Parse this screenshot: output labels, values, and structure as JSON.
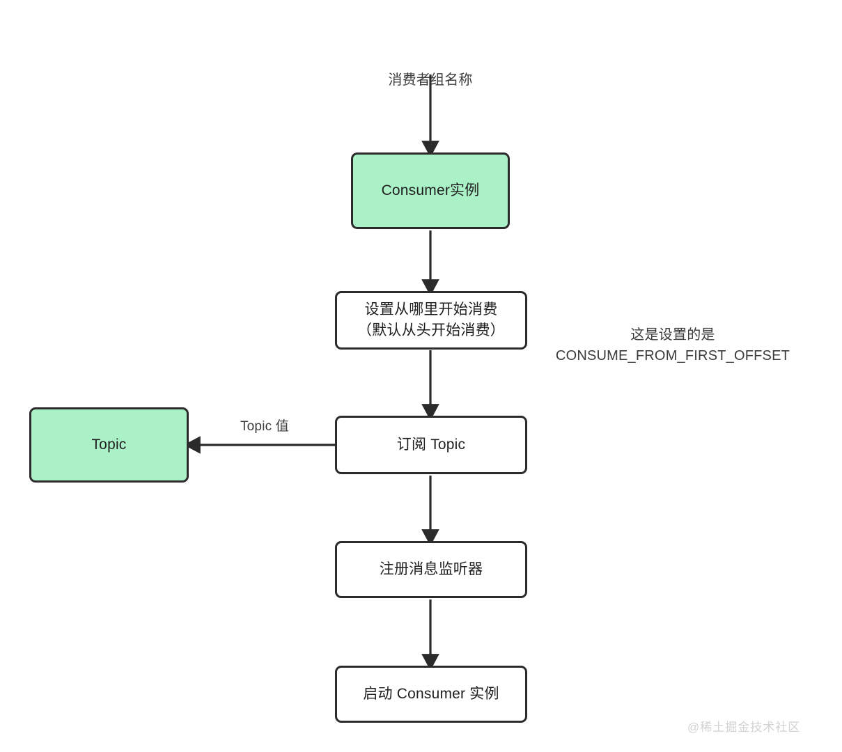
{
  "diagram": {
    "title_text": "消费者组名称",
    "background_color": "#ffffff",
    "stroke_color": "#2b2b2b",
    "accent_color": "#abf1c8",
    "nodes": [
      {
        "id": "consumer-instance",
        "label": "Consumer实例",
        "fill": "green"
      },
      {
        "id": "set-consume-start",
        "label": "设置从哪里开始消费\n（默认从头开始消费）",
        "fill": "white"
      },
      {
        "id": "subscribe-topic",
        "label": "订阅 Topic",
        "fill": "white"
      },
      {
        "id": "topic",
        "label": "Topic",
        "fill": "green"
      },
      {
        "id": "register-listener",
        "label": "注册消息监听器",
        "fill": "white"
      },
      {
        "id": "start-consumer",
        "label": "启动 Consumer 实例",
        "fill": "white"
      }
    ],
    "annotations": [
      {
        "id": "consume-from-first-offset",
        "text": "这是设置的是\nCONSUME_FROM_FIRST_OFFSET"
      }
    ],
    "edge_labels": [
      {
        "id": "topic-value",
        "text": "Topic 值"
      }
    ],
    "watermark": "@稀土掘金技术社区"
  }
}
